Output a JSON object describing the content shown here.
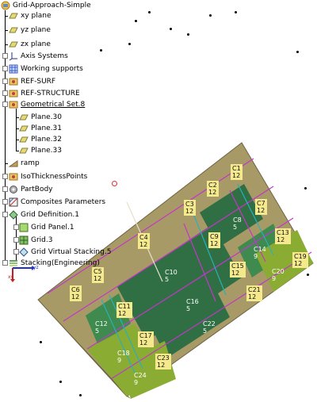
{
  "tree": {
    "root": {
      "label": "Grid-Approach-Simple",
      "icon": "part-document-icon"
    },
    "items": [
      {
        "id": "xy-plane",
        "label": "xy plane",
        "icon": "plane-icon"
      },
      {
        "id": "yz-plane",
        "label": "yz plane",
        "icon": "plane-icon"
      },
      {
        "id": "zx-plane",
        "label": "zx plane",
        "icon": "plane-icon"
      },
      {
        "id": "axis-systems",
        "label": "Axis Systems",
        "icon": "axis-system-icon"
      },
      {
        "id": "working-supports",
        "label": "Working supports",
        "icon": "grid-support-icon"
      },
      {
        "id": "ref-surf",
        "label": "REF-SURF",
        "icon": "geometrical-set-icon"
      },
      {
        "id": "ref-structure",
        "label": "REF-STRUCTURE",
        "icon": "geometrical-set-icon"
      },
      {
        "id": "geometrical-set-8",
        "label": "Geometrical Set.8",
        "icon": "geometrical-set-icon"
      },
      {
        "id": "plane-30",
        "label": "Plane.30",
        "icon": "plane-icon"
      },
      {
        "id": "plane-31",
        "label": "Plane.31",
        "icon": "plane-icon"
      },
      {
        "id": "plane-32",
        "label": "Plane.32",
        "icon": "plane-icon"
      },
      {
        "id": "plane-33",
        "label": "Plane.33",
        "icon": "plane-icon"
      },
      {
        "id": "ramp",
        "label": "ramp",
        "icon": "ramp-icon"
      },
      {
        "id": "isothickness-points",
        "label": "IsoThicknessPoints",
        "icon": "points-icon"
      },
      {
        "id": "partbody",
        "label": "PartBody",
        "icon": "gear-icon"
      },
      {
        "id": "composites-parameters",
        "label": "Composites Parameters",
        "icon": "composites-parameters-icon"
      },
      {
        "id": "grid-definition-1",
        "label": "Grid Definition.1",
        "icon": "grid-definition-icon"
      },
      {
        "id": "grid-panel-1",
        "label": "Grid Panel.1",
        "icon": "grid-panel-icon"
      },
      {
        "id": "grid-3",
        "label": "Grid.3",
        "icon": "grid-icon"
      },
      {
        "id": "grid-virtual-stacking-5",
        "label": "Grid Virtual Stacking.5",
        "icon": "virtual-stacking-icon"
      },
      {
        "id": "stacking-engineering",
        "label": "Stacking(Engineering)",
        "icon": "stacking-icon"
      }
    ]
  },
  "viewer": {
    "compass_labels": {
      "axis_x": "xy",
      "axis_y": "yz"
    },
    "colors": {
      "surface_light": "#a79a67",
      "surface_dark": "#7c7248",
      "panel_dark_green": "#2f6f43",
      "panel_mid_green": "#3f8a4f",
      "panel_light_green": "#8aac32",
      "grid_line_magenta": "#c436c8",
      "grid_line_cyan": "#2bb0b8",
      "label_bg": "#f4e98c"
    },
    "panels": [
      {
        "name": "C1",
        "value": "12"
      },
      {
        "name": "C2",
        "value": "12"
      },
      {
        "name": "C3",
        "value": "12"
      },
      {
        "name": "C4",
        "value": "12"
      },
      {
        "name": "C5",
        "value": "12"
      },
      {
        "name": "C6",
        "value": "12"
      },
      {
        "name": "C7",
        "value": "12"
      },
      {
        "name": "C8",
        "value": "5"
      },
      {
        "name": "C9",
        "value": "12"
      },
      {
        "name": "C10",
        "value": "5"
      },
      {
        "name": "C11",
        "value": "12"
      },
      {
        "name": "C12",
        "value": "5"
      },
      {
        "name": "C13",
        "value": "12"
      },
      {
        "name": "C14",
        "value": "9"
      },
      {
        "name": "C15",
        "value": "12"
      },
      {
        "name": "C16",
        "value": "5"
      },
      {
        "name": "C17",
        "value": "12"
      },
      {
        "name": "C18",
        "value": "9"
      },
      {
        "name": "C19",
        "value": "12"
      },
      {
        "name": "C20",
        "value": "9"
      },
      {
        "name": "C21",
        "value": "12"
      },
      {
        "name": "C22",
        "value": "5"
      },
      {
        "name": "C23",
        "value": "12"
      },
      {
        "name": "C24",
        "value": "9"
      }
    ]
  }
}
